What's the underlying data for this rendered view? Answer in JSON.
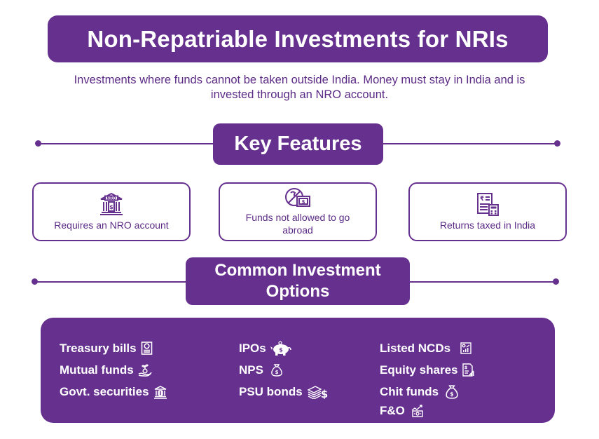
{
  "header": {
    "title": "Non-Repatriable Investments for NRIs",
    "subtitle": "Investments where funds cannot be taken outside India. Money must stay in India and is invested through an NRO account."
  },
  "key_features": {
    "heading": "Key Features",
    "items": [
      {
        "label": "Requires an NRO account",
        "icon": "bank-nro-icon"
      },
      {
        "label": "Funds not allowed to go abroad",
        "icon": "no-money-transfer-icon"
      },
      {
        "label": "Returns taxed in India",
        "icon": "tax-calculator-icon"
      }
    ]
  },
  "investment_options": {
    "heading": "Common Investment Options",
    "columns": [
      [
        {
          "label": "Treasury bills",
          "icon": "bill-document-icon"
        },
        {
          "label": "Mutual funds",
          "icon": "hand-plant-coin-icon"
        },
        {
          "label": "Govt. securities",
          "icon": "bank-building-icon"
        }
      ],
      [
        {
          "label": "IPOs",
          "icon": "piggy-bank-icon"
        },
        {
          "label": "NPS",
          "icon": "money-bag-icon"
        },
        {
          "label": "PSU bonds",
          "icon": "cash-stack-icon"
        }
      ],
      [
        {
          "label": "Listed NCDs",
          "icon": "chart-report-icon"
        },
        {
          "label": "Equity shares",
          "icon": "share-document-icon"
        },
        {
          "label": "Chit funds",
          "icon": "money-bag-icon"
        },
        {
          "label": "F&O",
          "icon": "trend-cash-icon"
        }
      ]
    ]
  },
  "colors": {
    "primary": "#66308f",
    "text": "#5b2a86",
    "background": "#ffffff"
  }
}
